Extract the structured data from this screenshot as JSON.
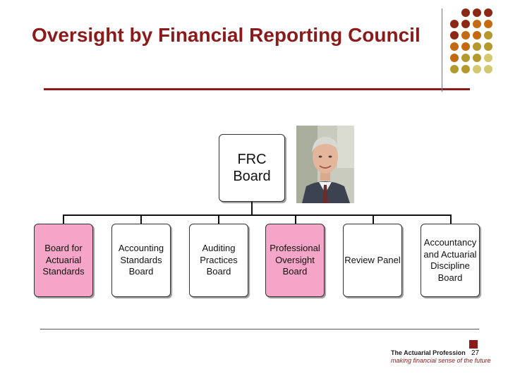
{
  "slide": {
    "title": "Oversight by Financial Reporting Council",
    "page_number": "27",
    "footer": {
      "organisation": "The Actuarial Profession",
      "tagline": "making financial sense of the future"
    }
  },
  "org_chart": {
    "root": {
      "label": "FRC Board"
    },
    "children": [
      {
        "label": "Board for Actuarial Standards",
        "fill": "#f5a6c8"
      },
      {
        "label": "Accounting Standards Board",
        "fill": "#ffffff"
      },
      {
        "label": "Auditing Practices Board",
        "fill": "#ffffff"
      },
      {
        "label": "Professional Oversight Board",
        "fill": "#f5a6c8"
      },
      {
        "label": "Review Panel",
        "fill": "#ffffff"
      },
      {
        "label": "Accountancy and Actuarial Discipline Board",
        "fill": "#ffffff"
      }
    ]
  },
  "colors": {
    "accent": "#8b1a1a",
    "highlight_fill": "#f5a6c8",
    "dot_palette": [
      "#8b2a14",
      "#c46a10",
      "#b49a2e",
      "#d4c870"
    ]
  },
  "icons": {
    "logo": "square-logo-icon",
    "photo": "person-photo"
  }
}
